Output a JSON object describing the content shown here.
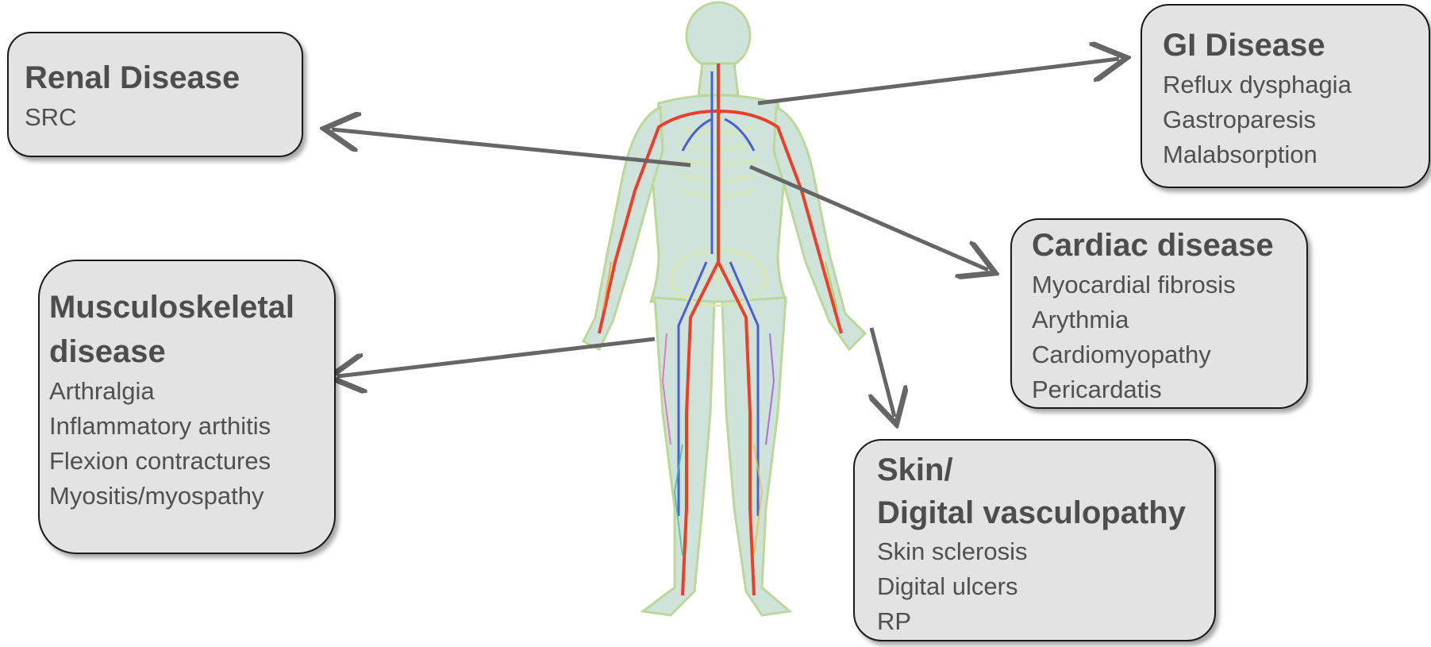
{
  "boxes": {
    "renal": {
      "title": "Renal Disease",
      "items": [
        "SRC"
      ]
    },
    "gi": {
      "title": "GI Disease",
      "items": [
        "Reflux dysphagia",
        "Gastroparesis",
        "Malabsorption"
      ]
    },
    "cardiac": {
      "title": "Cardiac disease",
      "items": [
        "Myocardial fibrosis",
        "Arythmia",
        "Cardiomyopathy",
        "Pericardatis"
      ]
    },
    "musculo": {
      "title_line1": "Musculoskeletal",
      "title_line2": "disease",
      "items": [
        "Arthralgia",
        "Inflammatory arthitis",
        "Flexion contractures",
        "Myositis/myospathy"
      ]
    },
    "skin": {
      "title_line1": "Skin/",
      "title_line2": "Digital vasculopathy",
      "items": [
        "Skin sclerosis",
        "Digital ulcers",
        "RP"
      ]
    }
  },
  "colors": {
    "box_fill": "#e3e3e3",
    "box_border": "#1a1a1a",
    "arrow": "#666666",
    "body_fill": "#cfe3db",
    "body_outline": "#c5dca0",
    "artery": "#e8402a",
    "vein": "#4a5fd6"
  }
}
